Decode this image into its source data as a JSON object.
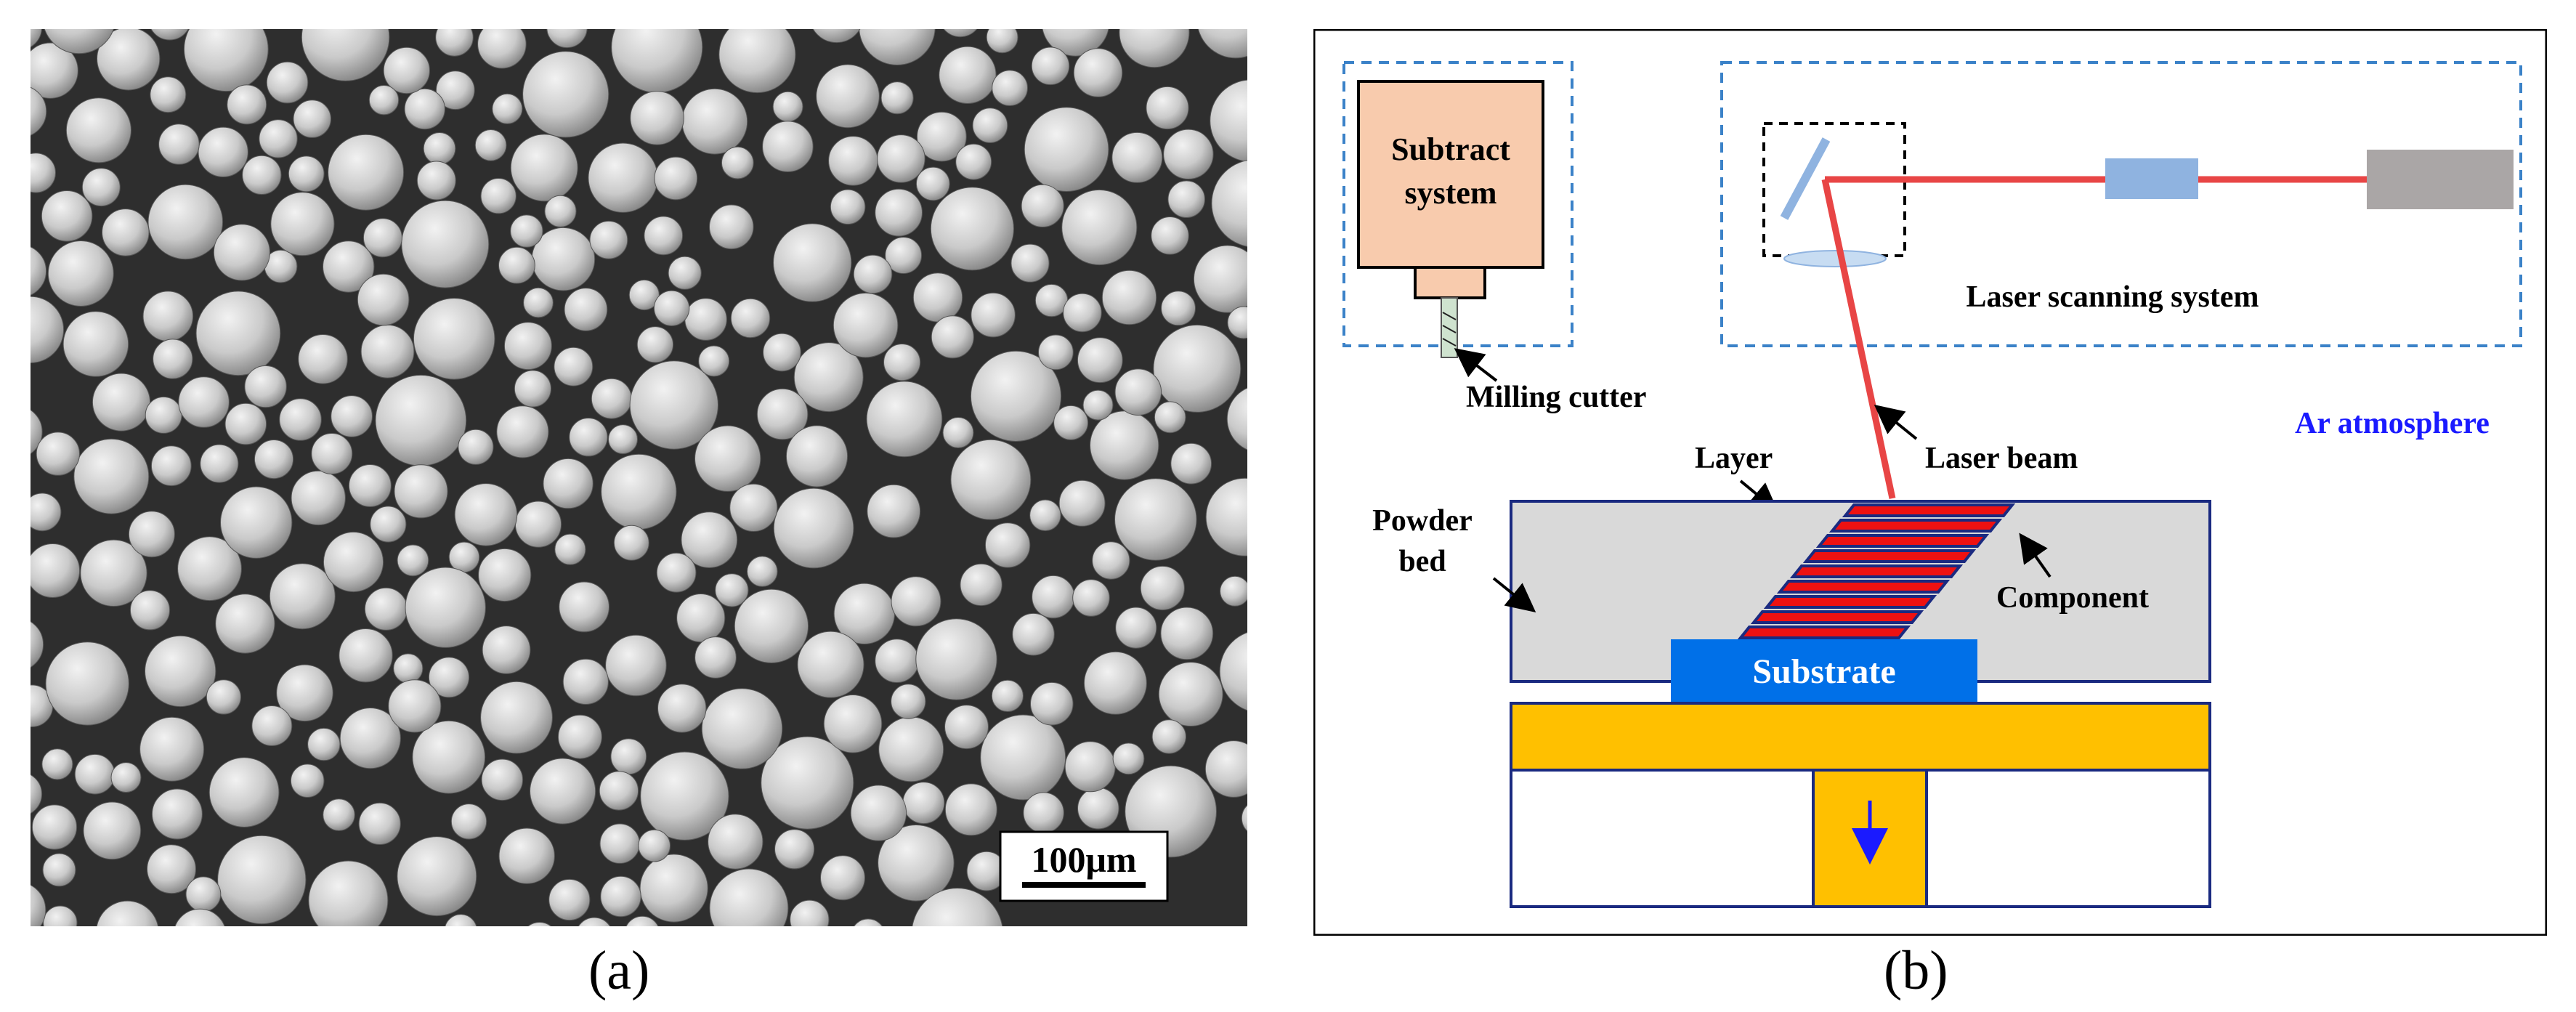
{
  "panel_a": {
    "caption": "(a)",
    "scale_bar_label": "100μm",
    "colors": {
      "background": "#2f2f2f",
      "particle": "#c9c9c9",
      "scale_box": "#ffffff"
    }
  },
  "panel_b": {
    "caption": "(b)",
    "labels": {
      "subtract_line1": "Subtract",
      "subtract_line2": "system",
      "milling_cutter": "Milling cutter",
      "laser_scanning_system": "Laser scanning system",
      "ar_atmosphere": "Ar atmosphere",
      "layer": "Layer",
      "laser_beam": "Laser beam",
      "powder_line1": "Powder",
      "powder_line2": "bed",
      "component": "Component",
      "substrate": "Substrate"
    },
    "colors": {
      "subtract_fill": "#f8cbad",
      "laser": "#e84545",
      "optics": "#8fb3e0",
      "laser_source": "#aaa6a6",
      "powder_bed": "#d9d9d9",
      "substrate": "#0070e8",
      "platform": "#ffc000",
      "component": "#ee1111",
      "component_edge": "#1a2a80",
      "dashed_box": "#3b82c8",
      "ar_text": "#1a1aff",
      "arrow_blue": "#1a1aff"
    }
  }
}
